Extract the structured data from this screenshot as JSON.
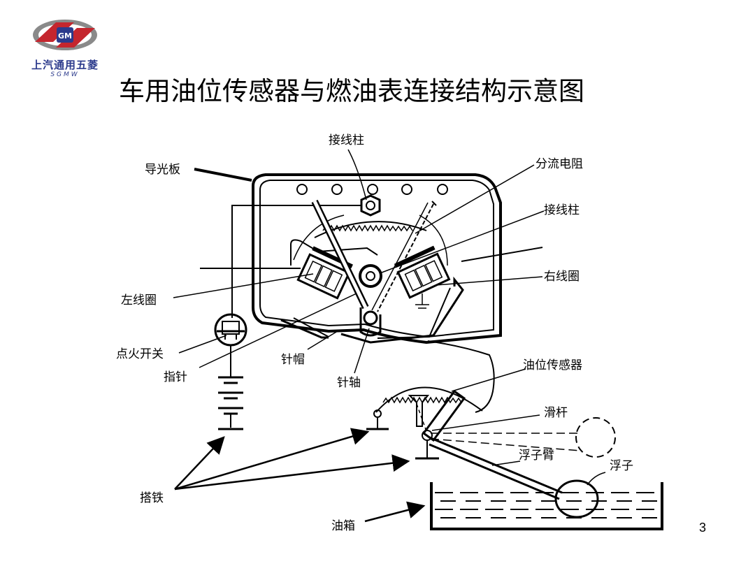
{
  "logo": {
    "badge_text": "GM",
    "brand_cn": "上汽通用五菱",
    "brand_en": "SGMW",
    "colors": {
      "red": "#c4262e",
      "blue": "#2b3a8c",
      "gray": "#8a8a8a"
    }
  },
  "title": "车用油位传感器与燃油表连接结构示意图",
  "labels": {
    "terminal_top": "接线柱",
    "light_guide": "导光板",
    "shunt_resistor": "分流电阻",
    "terminal_right": "接线柱",
    "right_coil": "右线圈",
    "left_coil": "左线圈",
    "ignition_switch": "点火开关",
    "pointer": "指针",
    "needle_cap": "针帽",
    "needle_shaft": "针轴",
    "fuel_sensor": "油位传感器",
    "slide_rod": "滑杆",
    "float_arm": "浮子臂",
    "float": "浮子",
    "ground": "搭铁",
    "fuel_tank": "油箱"
  },
  "page_number": "3"
}
